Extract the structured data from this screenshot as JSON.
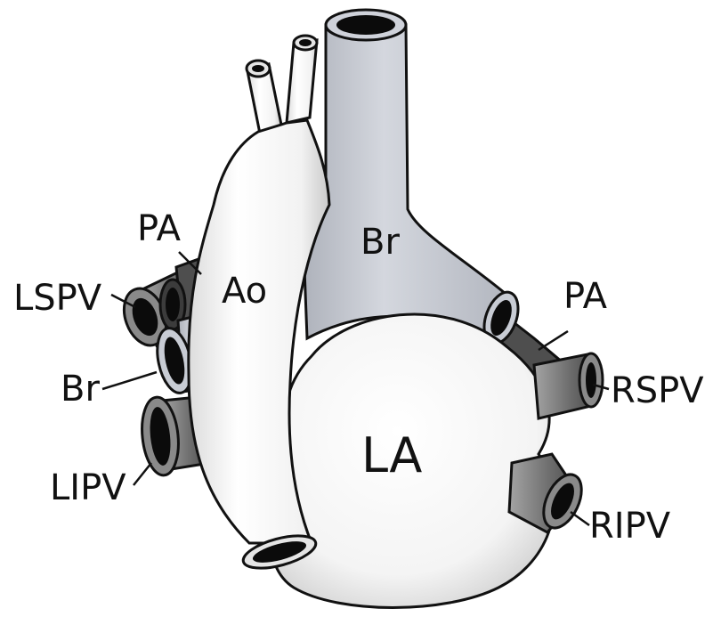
{
  "labels": {
    "ao": "Ao",
    "br_trachea": "Br",
    "pa_left": "PA",
    "pa_right": "PA",
    "lspv": "LSPV",
    "br_left": "Br",
    "lipv": "LIPV",
    "rspv": "RSPV",
    "ripv": "RIPV",
    "la": "LA"
  },
  "colors": {
    "background": "#ffffff",
    "aorta_fill": "#f4f4f4",
    "atrium_fill": "#f7f7f7",
    "trachea_fill": "#c2c6cf",
    "pulmonary_artery_fill": "#4e4e4e",
    "vein_fill": "#8e8e8e",
    "lumen": "#0b0b0b",
    "outline": "#111111"
  }
}
